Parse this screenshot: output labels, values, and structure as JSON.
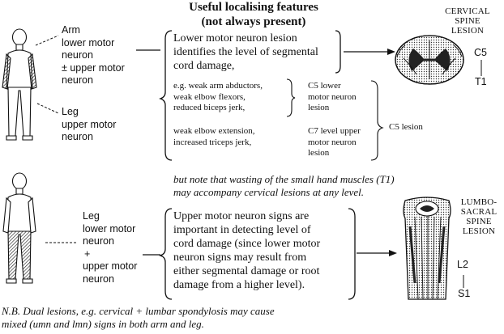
{
  "heading": {
    "line1": "Useful localising features",
    "line2": "(not always present)"
  },
  "upper": {
    "arm_label": "Arm",
    "arm_lines": [
      "lower motor",
      "neuron",
      "± upper motor",
      "neuron"
    ],
    "leg_label": "Leg",
    "leg_lines": [
      "upper motor",
      "neuron"
    ],
    "main_text": [
      "Lower motor neuron lesion",
      "identifies the level of segmental",
      "cord damage,"
    ],
    "examples_group1": [
      "e.g. weak arm abductors,",
      "weak elbow flexors,",
      "reduced biceps jerk,"
    ],
    "c5_lower": [
      "C5 lower",
      "motor neuron",
      "lesion"
    ],
    "examples_group2": [
      "weak elbow extension,",
      "increased triceps jerk,"
    ],
    "c7_upper": [
      "C7 level upper",
      "motor neuron",
      "lesion"
    ],
    "c5_lesion": "C5 lesion",
    "note": [
      "but note that wasting of the small hand muscles (T1)",
      "may accompany cervical lesions at any level."
    ],
    "spine_caption": [
      "CERVICAL",
      "SPINE",
      "LESION"
    ],
    "level_top": "C5",
    "level_bottom": "T1"
  },
  "lower": {
    "leg_lines": [
      "Leg",
      "lower motor",
      "neuron",
      "+",
      "upper motor",
      "neuron"
    ],
    "main_text": [
      "Upper motor neuron signs are",
      "important in detecting level of",
      "cord damage (since lower motor",
      "neuron signs may result from",
      "either segmental damage or root",
      "damage from a higher level)."
    ],
    "spine_caption": [
      "LUMBO-",
      "SACRAL",
      "SPINE",
      "LESION"
    ],
    "level_top": "L2",
    "level_bottom": "S1"
  },
  "footnote": [
    "N.B. Dual lesions, e.g. cervical + lumbar spondylosis may cause",
    "mixed (umn and lmn) signs in both arm and leg."
  ]
}
